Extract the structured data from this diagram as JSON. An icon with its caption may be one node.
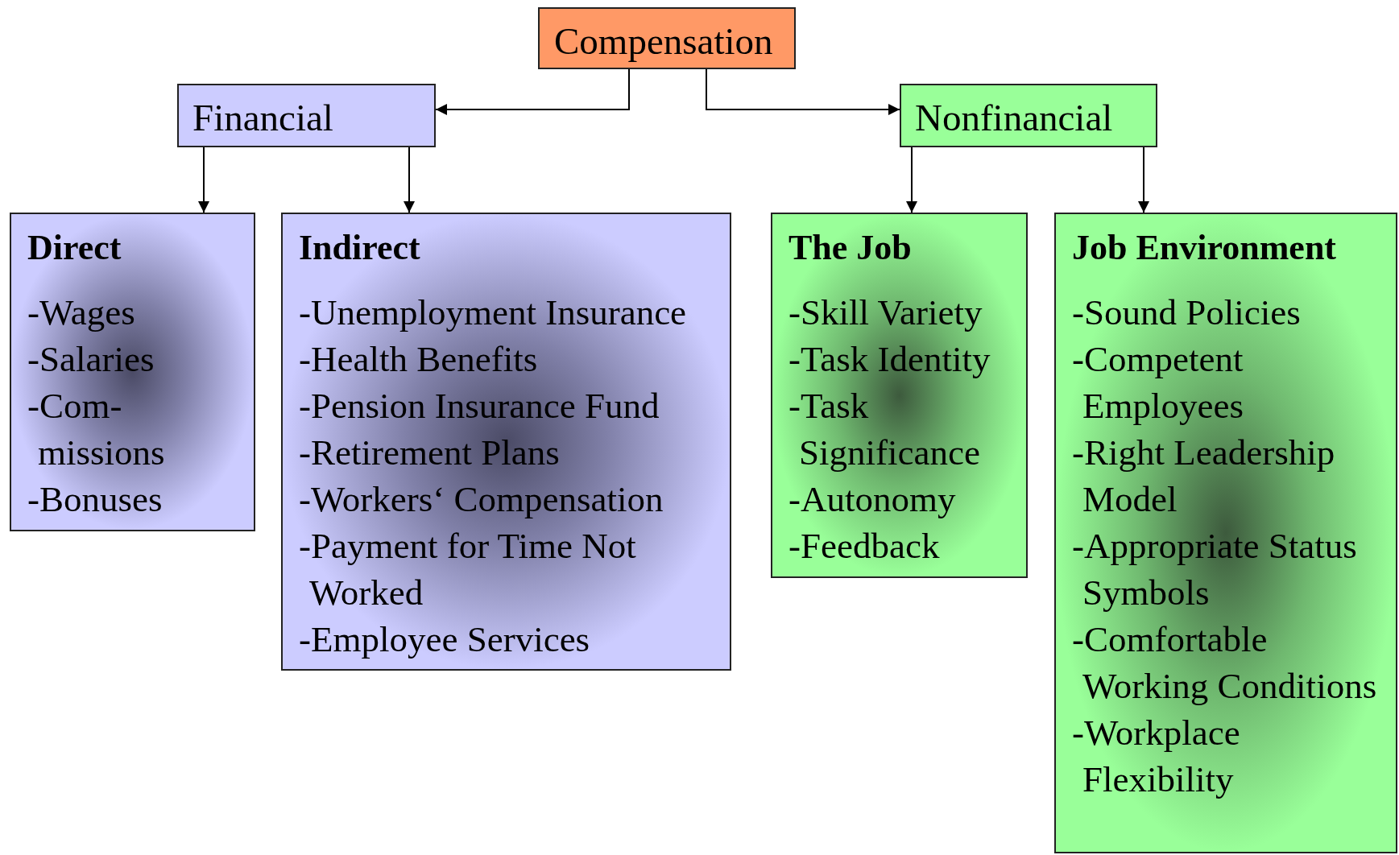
{
  "diagram": {
    "nodes": [
      {
        "text": [
          "Compensation"
        ]
      },
      {
        "text": [
          "Financial"
        ]
      },
      {
        "text": [
          "Nonfinancial"
        ]
      },
      {
        "text": [
          "Direct",
          "-Wages",
          "-Salaries",
          "-Com- missions",
          "-Bonuses"
        ]
      },
      {
        "text": [
          "Indirect",
          "-Unemployment Insurance",
          "-Health Benefits",
          "-Pension Insurance Fund",
          "-Retirement Plans",
          "-Workers‘ Compensation",
          "-Payment for Time Not Worked",
          "-Employee Services"
        ]
      },
      {
        "text": [
          "The Job",
          "-Skill Variety",
          "-Task Identity",
          "-Task Significance",
          "-Autonomy",
          "-Feedback"
        ]
      },
      {
        "text": [
          "Job Environment",
          "-Sound Policies",
          "-Competent Employees",
          "-Right Leadership Model",
          "-Appropriate Status Symbols",
          "-Comfortable Working Conditions",
          "-Workplace Flexibility"
        ]
      }
    ],
    "edges": [
      {
        "from": 0,
        "to": 1,
        "arrow": "to"
      },
      {
        "from": 0,
        "to": 2,
        "arrow": "to"
      },
      {
        "from": 1,
        "to": 3,
        "arrow": "to"
      },
      {
        "from": 1,
        "to": 4,
        "arrow": "to"
      },
      {
        "from": 2,
        "to": 5,
        "arrow": "to"
      },
      {
        "from": 2,
        "to": 6,
        "arrow": "to"
      }
    ]
  }
}
